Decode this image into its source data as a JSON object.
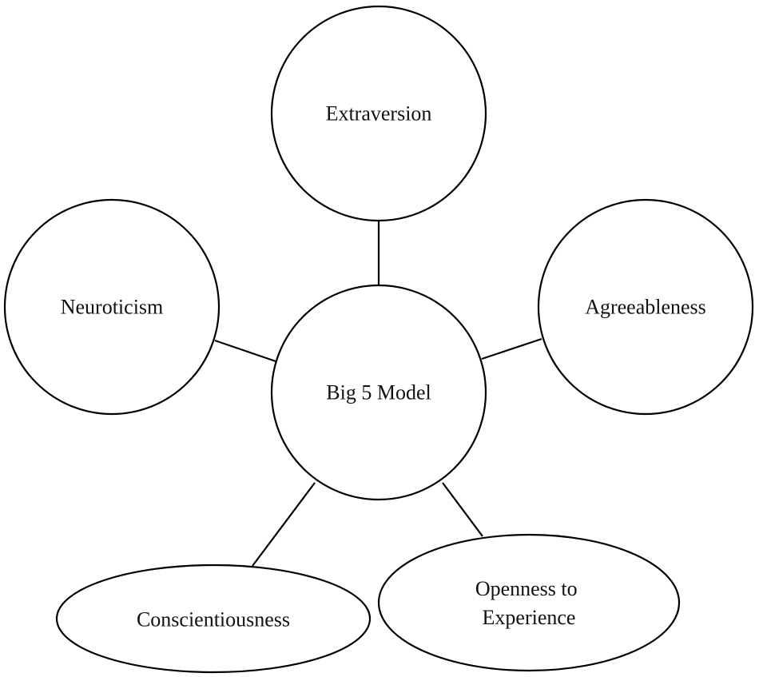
{
  "diagram": {
    "center": {
      "label": "Big 5 Model"
    },
    "nodes": [
      {
        "id": "extraversion",
        "label": "Extraversion"
      },
      {
        "id": "agreeableness",
        "label": "Agreeableness"
      },
      {
        "id": "neuroticism",
        "label": "Neuroticism"
      },
      {
        "id": "conscientiousness",
        "label": "Conscientiousness"
      },
      {
        "id": "openness",
        "label_line1": "Openness to",
        "label_line2": "Experience"
      }
    ]
  }
}
